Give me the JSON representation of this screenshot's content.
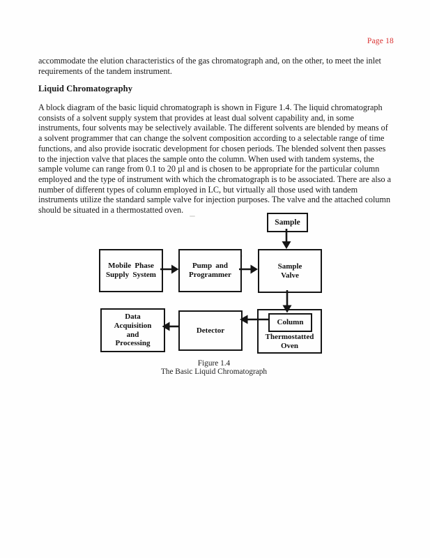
{
  "page": {
    "number_label": "Page 18"
  },
  "colors": {
    "page_number_red": "#d92f2f",
    "text": "#181818",
    "diagram_line": "#151515"
  },
  "intro_paragraph": {
    "lines": [
      "accommodate the elution characteristics of the gas chromatograph and, on the other, to meet the inlet",
      "requirements of the tandem instrument."
    ]
  },
  "section": {
    "heading": "Liquid Chromatography"
  },
  "body_paragraph": {
    "lines": [
      "A block diagram of the basic liquid chromatograph is shown in Figure 1.4. The liquid chromatograph",
      "consists of a solvent supply system that provides at least dual solvent capability and, in some",
      "instruments, four solvents may be selectively available. The different solvents are blended by means of",
      "a solvent programmer that can change the solvent composition according to a selectable range of time",
      "functions, and also provide isocratic development for chosen periods. The blended solvent then passes",
      "to the injection valve that places the sample onto the column. When used with tandem systems, the",
      "sample volume can range from 0.1 to 20 µl and is chosen to be appropriate for the particular column",
      "employed and the type of instrument with which the chromatograph is to be associated. There are also a",
      "number of different types of column employed in LC, but virtually all those used with tandem",
      "instruments utilize the standard sample valve for injection purposes. The valve and the attached column",
      "should be situated in a thermostatted oven."
    ]
  },
  "diagram": {
    "boxes": {
      "sample": {
        "label": "Sample"
      },
      "mobile_phase": {
        "line1": "Mobile Phase",
        "line2": "Supply System"
      },
      "pump": {
        "line1": "Pump and",
        "line2": "Programmer"
      },
      "sample_valve": {
        "line1": "Sample",
        "line2": "Valve"
      },
      "data_acquisition": {
        "line1": "Data",
        "line2": "Acquisition",
        "line3": "and",
        "line4": "Processing"
      },
      "detector": {
        "label": "Detector"
      },
      "column": {
        "label": "Column"
      },
      "oven": {
        "line1": "Thermostatted",
        "line2": "Oven"
      }
    },
    "caption": {
      "line1": "Figure 1.4",
      "line2": "The Basic Liquid Chromatograph"
    }
  }
}
